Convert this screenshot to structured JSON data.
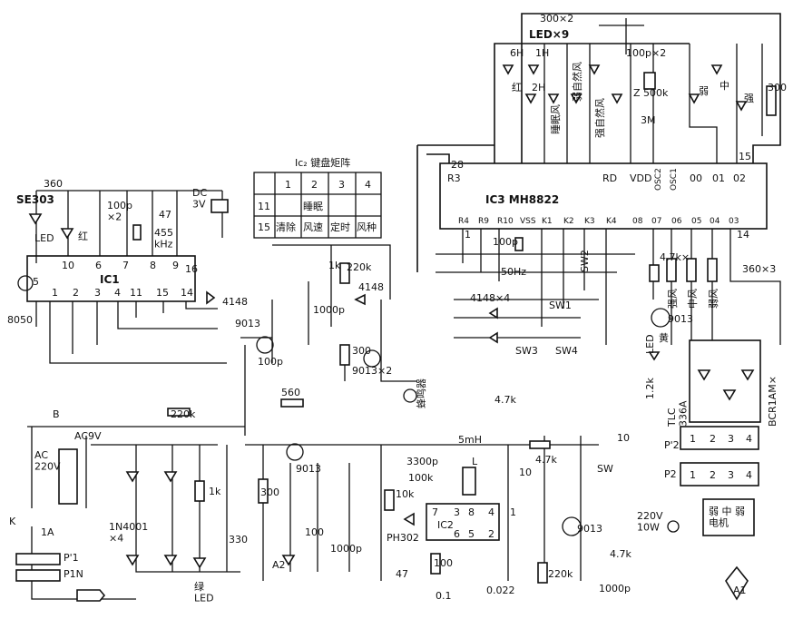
{
  "ic1": {
    "name": "IC1",
    "top_pins": [
      "10",
      "6",
      "7",
      "8",
      "9"
    ],
    "right_pin": "16",
    "left_pin": "5",
    "bottom_pins": [
      "1",
      "2",
      "3",
      "4",
      "11",
      "15",
      "14"
    ]
  },
  "ic3": {
    "name": "IC3  MH8822",
    "top_pins": [
      "R3",
      "RD",
      "VDD",
      "OSC2",
      "OSC1",
      "00",
      "01",
      "02"
    ],
    "bottom_pins": [
      "R4",
      "R9",
      "R10",
      "VSS",
      "K1",
      "K2",
      "K3",
      "K4",
      "08",
      "07",
      "06",
      "05",
      "04",
      "03"
    ],
    "pin28": "28",
    "pin15": "15",
    "pin1": "1",
    "pin14": "14"
  },
  "ic2": {
    "name": "IC2",
    "pins": [
      "7",
      "3",
      "8",
      "4",
      "6",
      "5",
      "2",
      "1"
    ]
  },
  "keyboard_table": {
    "title": "Ic₂ 键盘矩阵",
    "header": [
      "",
      "1",
      "2",
      "3",
      "4"
    ],
    "row1": [
      "11",
      "",
      "睡眠",
      "",
      ""
    ],
    "row2": [
      "15",
      "清除",
      "风速",
      "定时",
      "风种"
    ]
  },
  "labels": {
    "led9": "LED×9",
    "r300x2": "300×2",
    "c100px2": "100p×2",
    "led_6h": "6H",
    "led_1h": "1H",
    "led_2h": "2H",
    "led_hong": "红",
    "led_sleep_wind": "睡眠风",
    "led_weak_nat": "弱自然风",
    "led_strong_nat": "强自然风",
    "z500k": "Z 500k",
    "r3m": "3M",
    "led_ruo": "弱",
    "led_zhong": "中",
    "led_qiang": "强",
    "r300_right": "300",
    "r360": "360",
    "se303": "SE303",
    "led_left": "LED",
    "hong_left": "红",
    "c100px2_left": "100p\n×2",
    "c47": "47",
    "f455": "455\nkHz",
    "dc3v": "DC\n3V",
    "d4148": "4148",
    "t8050": "8050",
    "t9013_a": "9013",
    "c100p_mid": "100p",
    "r1k": "1k",
    "c1000p": "1000p",
    "r220k_top": "220k",
    "d4148_mid": "4148",
    "r300_mid": "300",
    "t9013x2": "9013×2",
    "buzzer": "蜂鸣器",
    "r560": "560",
    "r47k_a": "4.7k",
    "r220k_mid": "220k",
    "c100p_ic3": "100p",
    "f50hz": "50Hz",
    "d4148x4": "4148×4",
    "sw1": "SW1",
    "sw2": "SW2",
    "sw3": "SW3",
    "sw4": "SW4",
    "r47k_star": "4.7k×",
    "t9013_b": "9013",
    "huang": "黄",
    "led_mid": "LED",
    "r12k": "1.2k",
    "strong_wind": "强风",
    "mid_wind": "中风",
    "weak_wind": "弱风",
    "r360x3": "360×3",
    "tlc336a": "TLC\n336A",
    "bcr1am": "BCR1AM×",
    "p2_pins": [
      "1",
      "2",
      "3",
      "4"
    ],
    "p2_label": "P'2",
    "p2b_label": "P2",
    "b_label": "B",
    "ac9v": "AC9V",
    "ac220v": "AC\n220V",
    "k_label": "K",
    "fuse_1a": "1A",
    "p1": "P'1",
    "p1n": "P1N",
    "diode_1n4001": "1N4001\n×4",
    "r1k_b": "1k",
    "c330": "330",
    "green_led": "绿\nLED",
    "r300_b": "300",
    "t9013_c": "9013",
    "c100_b": "100",
    "c1000p_b": "1000p",
    "a1": "A1",
    "a2": "A2",
    "l5mh": "5mH",
    "r47k_b": "4.7k",
    "c10_a": "10",
    "sw_b": "SW",
    "c3300p": "3300p",
    "r100k": "100k",
    "l_coil": "L",
    "c10_b": "10",
    "r10k": "10k",
    "ph302": "PH302",
    "c47_b": "47",
    "r100": "100",
    "c01": "0.1",
    "c0022": "0.022",
    "r220k_b": "220k",
    "t9013_d": "9013",
    "r47k_c": "4.7k",
    "c1000p_c": "1000p",
    "lamp": "220V\n10W",
    "motor": "弱 中 弱\n电机"
  },
  "colors": {
    "ink": "#111111",
    "paper": "#ffffff"
  }
}
